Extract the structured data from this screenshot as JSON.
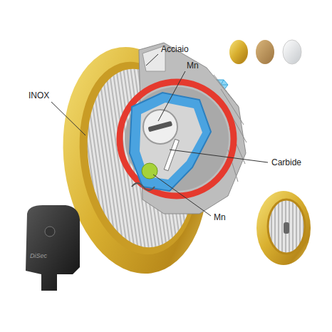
{
  "diagram": {
    "labels": [
      "Acciaio",
      "Mn",
      "INOX",
      "Carbide",
      "Mn",
      "DiSec"
    ]
  }
}
